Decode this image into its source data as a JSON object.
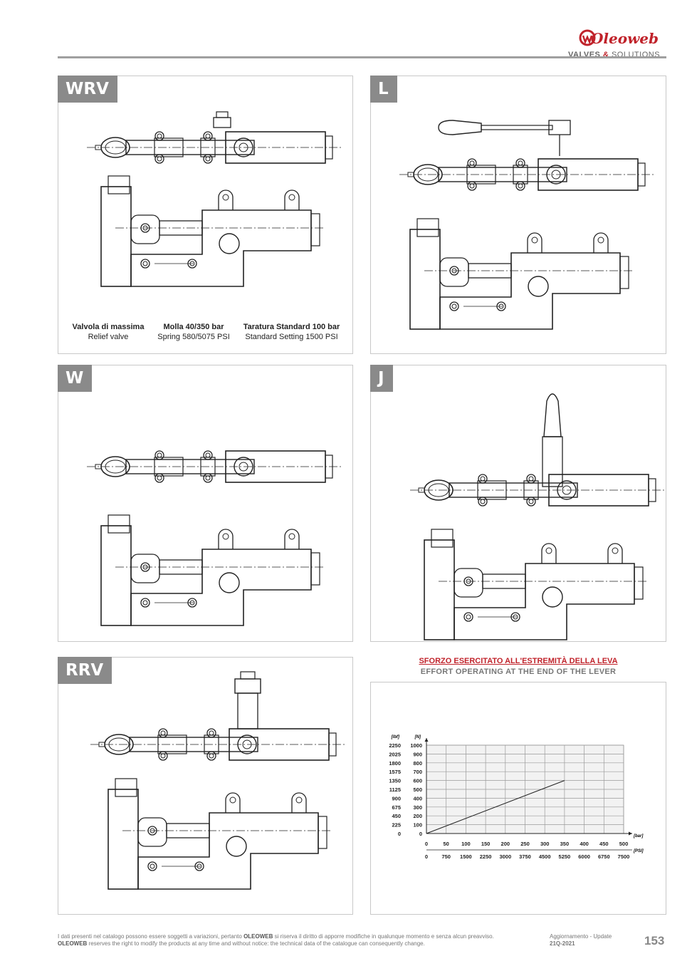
{
  "brand": {
    "name": "Oleoweb",
    "tagline_part1": "VALVES",
    "tagline_amp": "&",
    "tagline_part2": "SOLUTIONS",
    "color": "#c0222a"
  },
  "panels": {
    "wrv": {
      "tag": "WRV",
      "captions": [
        {
          "it": "Valvola di massima",
          "en": "Relief valve"
        },
        {
          "it": "Molla 40/350 bar",
          "en": "Spring 580/5075 PSI"
        },
        {
          "it": "Taratura Standard 100 bar",
          "en": "Standard Setting 1500 PSI"
        }
      ]
    },
    "l": {
      "tag": "L"
    },
    "w": {
      "tag": "W"
    },
    "j": {
      "tag": "J"
    },
    "rrv": {
      "tag": "RRV"
    }
  },
  "chart_header": {
    "title_it": "SFORZO ESERCITATO ALL'ESTREMITÀ DELLA LEVA",
    "title_en": "EFFORT OPERATING AT THE END OF THE LEVER"
  },
  "chart_data": {
    "type": "line",
    "ylabel_left": "[lbf]",
    "ylabel_right": "[N]",
    "xlabel_top": "[bar]",
    "xlabel_bottom": "[PSI]",
    "y_lbf_ticks": [
      "2250",
      "2025",
      "1800",
      "1575",
      "1350",
      "1125",
      "900",
      "675",
      "450",
      "225",
      "0"
    ],
    "y_n_ticks": [
      "1000",
      "900",
      "800",
      "700",
      "600",
      "500",
      "400",
      "300",
      "200",
      "100",
      "0"
    ],
    "x_bar_ticks": [
      "0",
      "50",
      "100",
      "150",
      "200",
      "250",
      "300",
      "350",
      "400",
      "450",
      "500"
    ],
    "x_psi_ticks": [
      "0",
      "750",
      "1500",
      "2250",
      "3000",
      "3750",
      "4500",
      "5250",
      "6000",
      "6750",
      "7500"
    ],
    "xlim": [
      0,
      500
    ],
    "ylim": [
      0,
      1000
    ],
    "grid": true,
    "series": [
      {
        "x": [
          0,
          350
        ],
        "y": [
          0,
          600
        ]
      }
    ]
  },
  "footer": {
    "note_line1_pre": "I dati presenti nel catalogo possono essere soggetti a variazioni, pertanto ",
    "note_line1_brand": "OLEOWEB",
    "note_line1_post": " si riserva il diritto di apporre modifiche in qualunque momento e senza alcun preavviso.",
    "note_line2_brand": "OLEOWEB",
    "note_line2_post": " reserves the right to modify the products at any time and without notice: the technical data of the catalogue can consequently change.",
    "update_label": "Aggiornamento - Update",
    "update_value": "21Q-2021",
    "page_number": "153"
  }
}
